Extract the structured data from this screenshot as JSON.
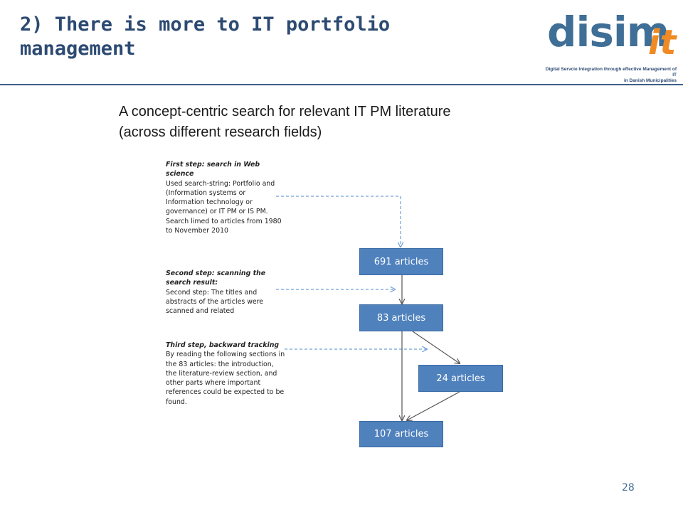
{
  "slide": {
    "title": "2) There is more to IT portfolio management",
    "subtitle_line1": "A concept-centric search for relevant IT PM literature",
    "subtitle_line2": "(across different research fields)",
    "page_number": "28"
  },
  "logo": {
    "main": "disim",
    "accent": "it",
    "tagline_line1": "Digital Servcie Integration through effective Management of IT",
    "tagline_line2": "in Danish Municipalities"
  },
  "steps": [
    {
      "title": "First step: search in Web science",
      "body": "Used search-string: Portfolio and (Information systems or Information technology or governance) or IT PM or IS PM.\nSearch limed to  articles from 1980 to November 2010"
    },
    {
      "title": "Second step: scanning the search result:",
      "body": "Second step: The titles and abstracts of the articles were scanned and related"
    },
    {
      "title": "Third step, backward tracking",
      "body": "By reading the following sections in the 83 articles: the introduction, the literature-review section, and other parts where important references could be expected to be found."
    }
  ],
  "boxes": {
    "b691": "691 articles",
    "b83": "83 articles",
    "b24": "24 articles",
    "b107": "107 articles"
  },
  "colors": {
    "box_fill": "#4f81bd",
    "title": "#2c4a72",
    "logo_blue": "#3f6f96",
    "logo_orange": "#f08a24",
    "dashed_arrow": "#6fa0d8"
  }
}
